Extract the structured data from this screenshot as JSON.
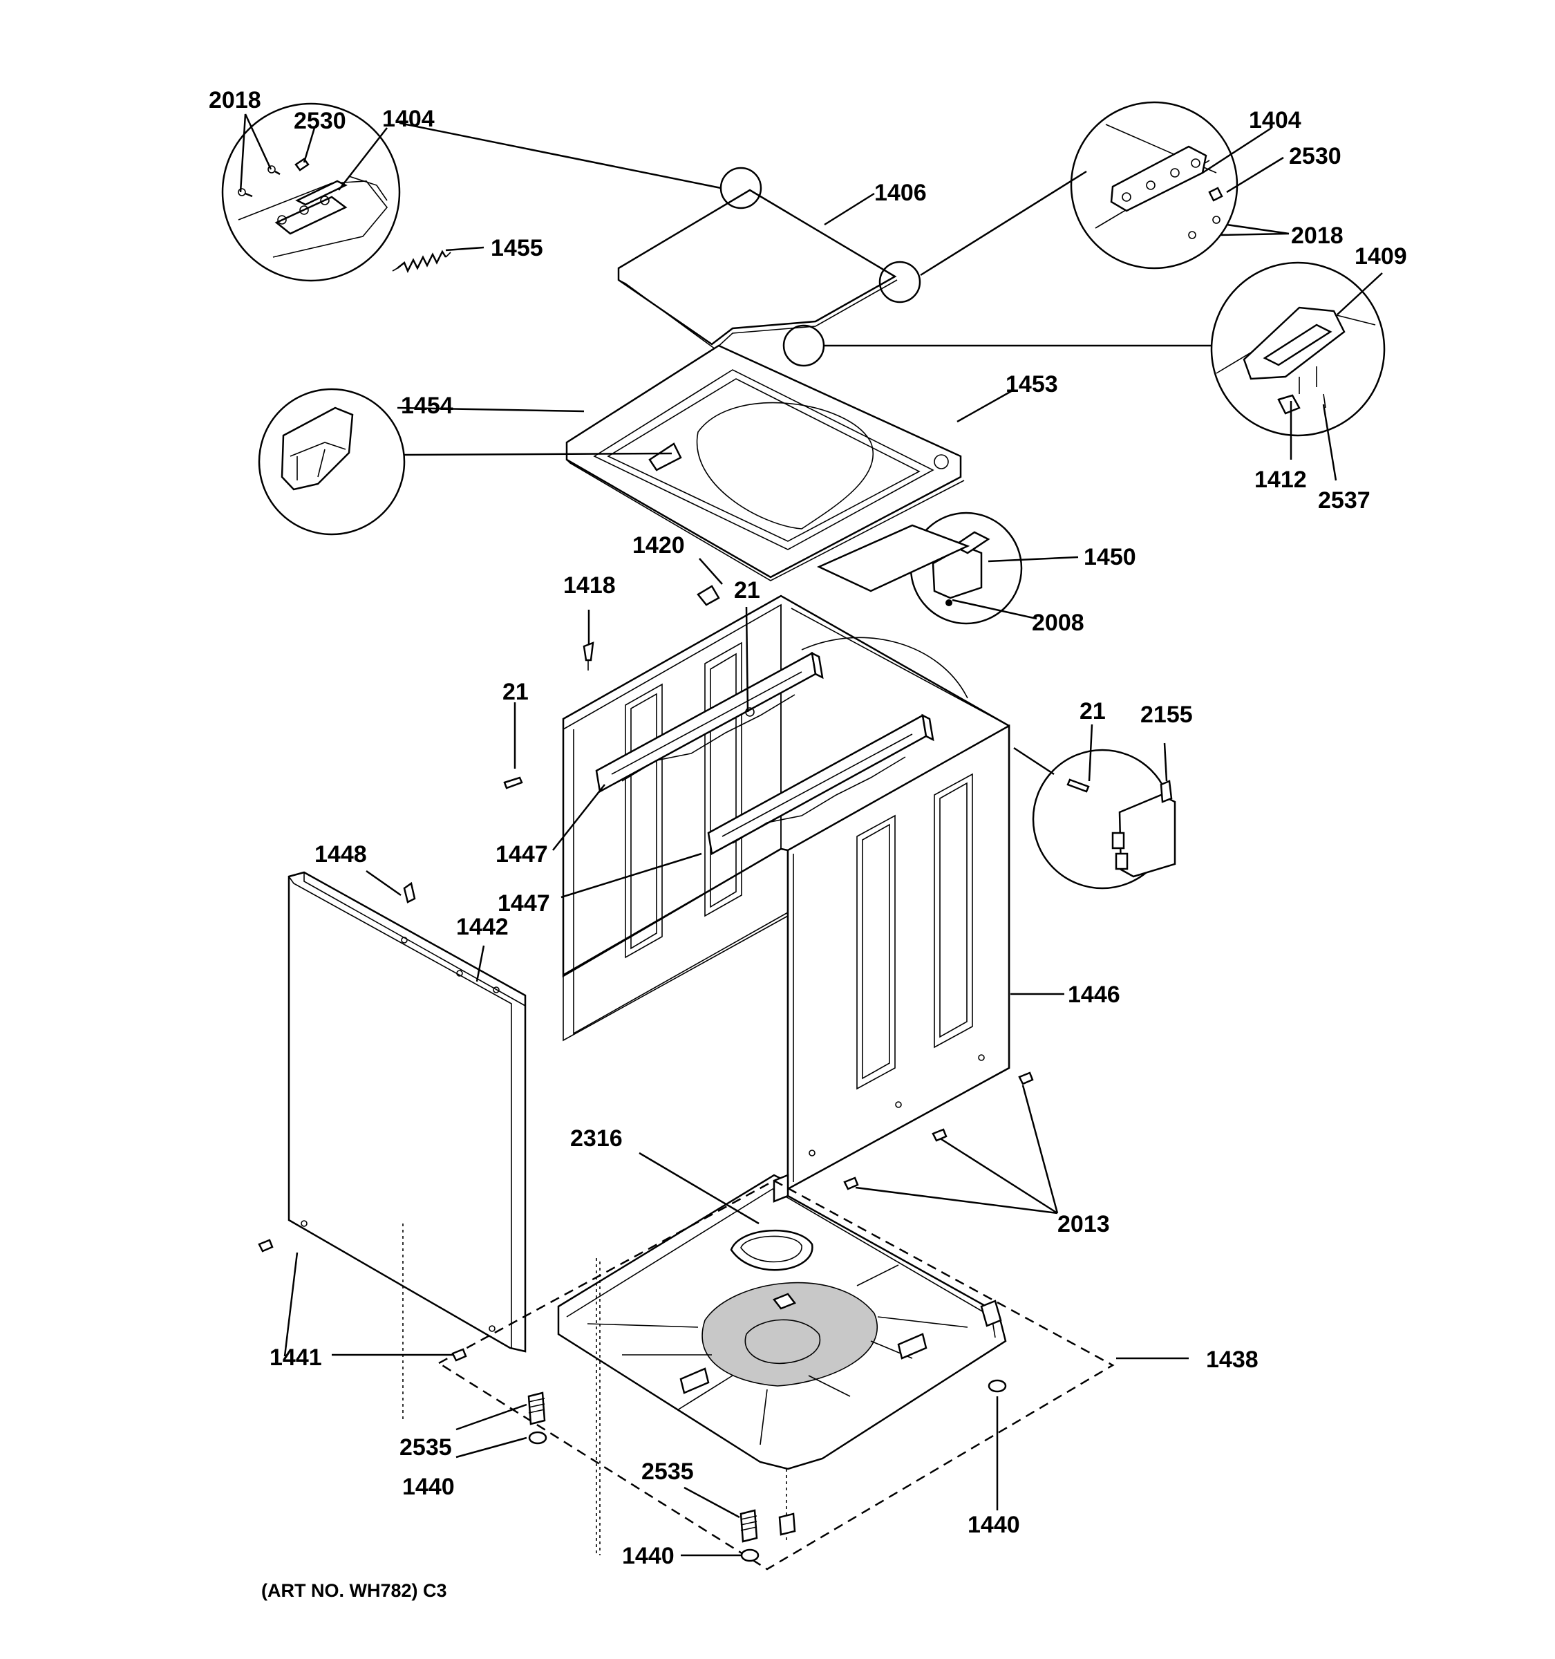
{
  "diagram": {
    "labels": {
      "l2018a": "2018",
      "l2530a": "2530",
      "l1404a": "1404",
      "l1455": "1455",
      "l1406": "1406",
      "l1404b": "1404",
      "l2530b": "2530",
      "l2018b": "2018",
      "l1409": "1409",
      "l1453": "1453",
      "l1454": "1454",
      "l1412": "1412",
      "l2537": "2537",
      "l1420": "1420",
      "l21a": "21",
      "l1418": "1418",
      "l1450": "1450",
      "l2008": "2008",
      "l21b": "21",
      "l21c": "21",
      "l2155": "2155",
      "l1447a": "1447",
      "l1448": "1448",
      "l1447b": "1447",
      "l1442": "1442",
      "l1446": "1446",
      "l2316": "2316",
      "l2013": "2013",
      "l1441": "1441",
      "l1438": "1438",
      "l2535a": "2535",
      "l1440a": "1440",
      "l2535b": "2535",
      "l1440b": "1440",
      "l1440c": "1440"
    },
    "caption": "(ART NO. WH782) C3"
  }
}
